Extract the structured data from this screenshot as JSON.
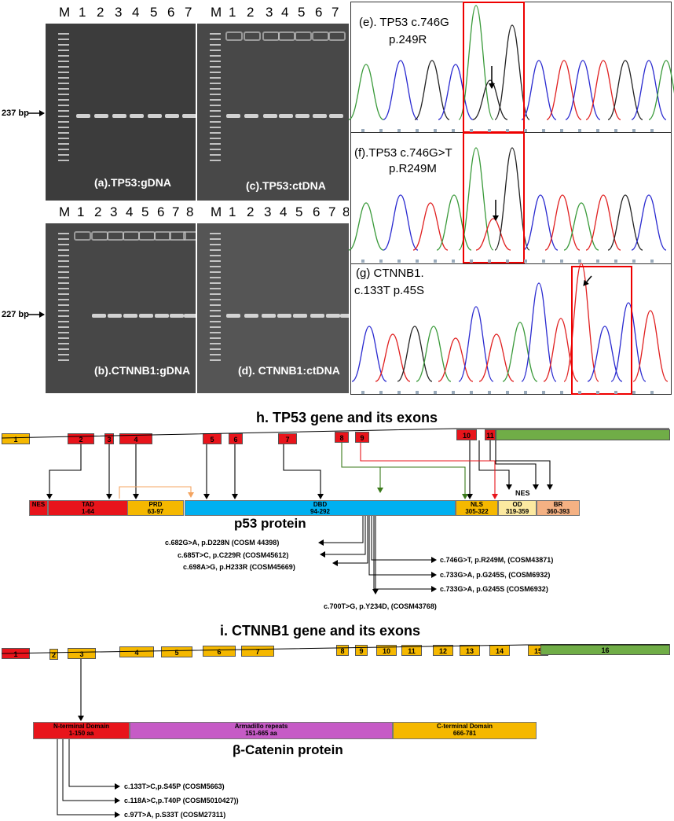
{
  "gels": {
    "a": {
      "lanes": [
        "M",
        "1",
        "2",
        "3",
        "4",
        "5",
        "6",
        "7"
      ],
      "title": "(a).TP53:gDNA"
    },
    "c": {
      "lanes": [
        "M",
        "1",
        "2",
        "3",
        "4",
        "5",
        "6",
        "7"
      ],
      "title": "(c).TP53:ctDNA"
    },
    "b": {
      "lanes": [
        "M",
        "1",
        "2",
        "3",
        "4",
        "5",
        "6",
        "7",
        "8"
      ],
      "title": "(b).CTNNB1:gDNA"
    },
    "d": {
      "lanes": [
        "M",
        "1",
        "2",
        "3",
        "4",
        "5",
        "6",
        "7",
        "8"
      ],
      "title": "(d). CTNNB1:ctDNA"
    },
    "size_top": "237 bp",
    "size_bottom": "227 bp"
  },
  "chromatograms": {
    "e": {
      "line1": "(e). TP53 c.746G",
      "line2": "p.249R"
    },
    "f": {
      "line1": "(f).TP53  c.746G>T",
      "line2": "p.R249M"
    },
    "g": {
      "line1": "(g) CTNNB1.",
      "line2": "c.133T p.45S"
    }
  },
  "colors": {
    "red": "#e8141b",
    "orange": "#f5b800",
    "green": "#70ad47",
    "blue": "#00b0f0",
    "purple": "#c65bc6"
  },
  "tp53": {
    "title": "h. TP53 gene and its exons",
    "exons": [
      "1",
      "2",
      "3",
      "4",
      "5",
      "6",
      "7",
      "8",
      "9",
      "10",
      "11"
    ],
    "domains": [
      {
        "name": "NES",
        "range": ""
      },
      {
        "name": "TAD",
        "range": "1-64"
      },
      {
        "name": "PRD",
        "range": "63-97"
      },
      {
        "name": "DBD",
        "range": "94-292"
      },
      {
        "name": "NLS",
        "range": "305-322"
      },
      {
        "name": "OD",
        "range": "319-359"
      },
      {
        "name": "BR",
        "range": "360-393"
      }
    ],
    "nes_label": "NES",
    "protein": "p53 protein",
    "mutations": [
      "c.682G>A, p.D228N (COSM 44398)",
      "c.685T>C, p.C229R (COSM45612)",
      "c.698A>G, p.H233R (COSM45669)",
      "c.746G>T, p.R249M, (COSM43871)",
      "c.733G>A, p.G245S, (COSM6932)",
      "c.733G>A, p.G245S (COSM6932)",
      "c.700T>G, p.Y234D, (COSM43768)"
    ]
  },
  "ctnnb1": {
    "title": "i. CTNNB1 gene and its exons",
    "exons": [
      "1",
      "2",
      "3",
      "4",
      "5",
      "6",
      "7",
      "8",
      "9",
      "10",
      "11",
      "12",
      "13",
      "14",
      "15",
      "16"
    ],
    "domains": [
      {
        "name": "N-terminal Domain",
        "range": "1-150 aa"
      },
      {
        "name": "Armadillo repeats",
        "range": "151-665 aa"
      },
      {
        "name": "C-terminal Domain",
        "range": "666-781"
      }
    ],
    "protein": "β-Catenin protein",
    "mutations": [
      "c.133T>C,p.S45P (COSM5663)",
      "c.118A>C,p.T40P (COSM5010427))",
      "c.97T>A, p.S33T (COSM27311)"
    ]
  }
}
